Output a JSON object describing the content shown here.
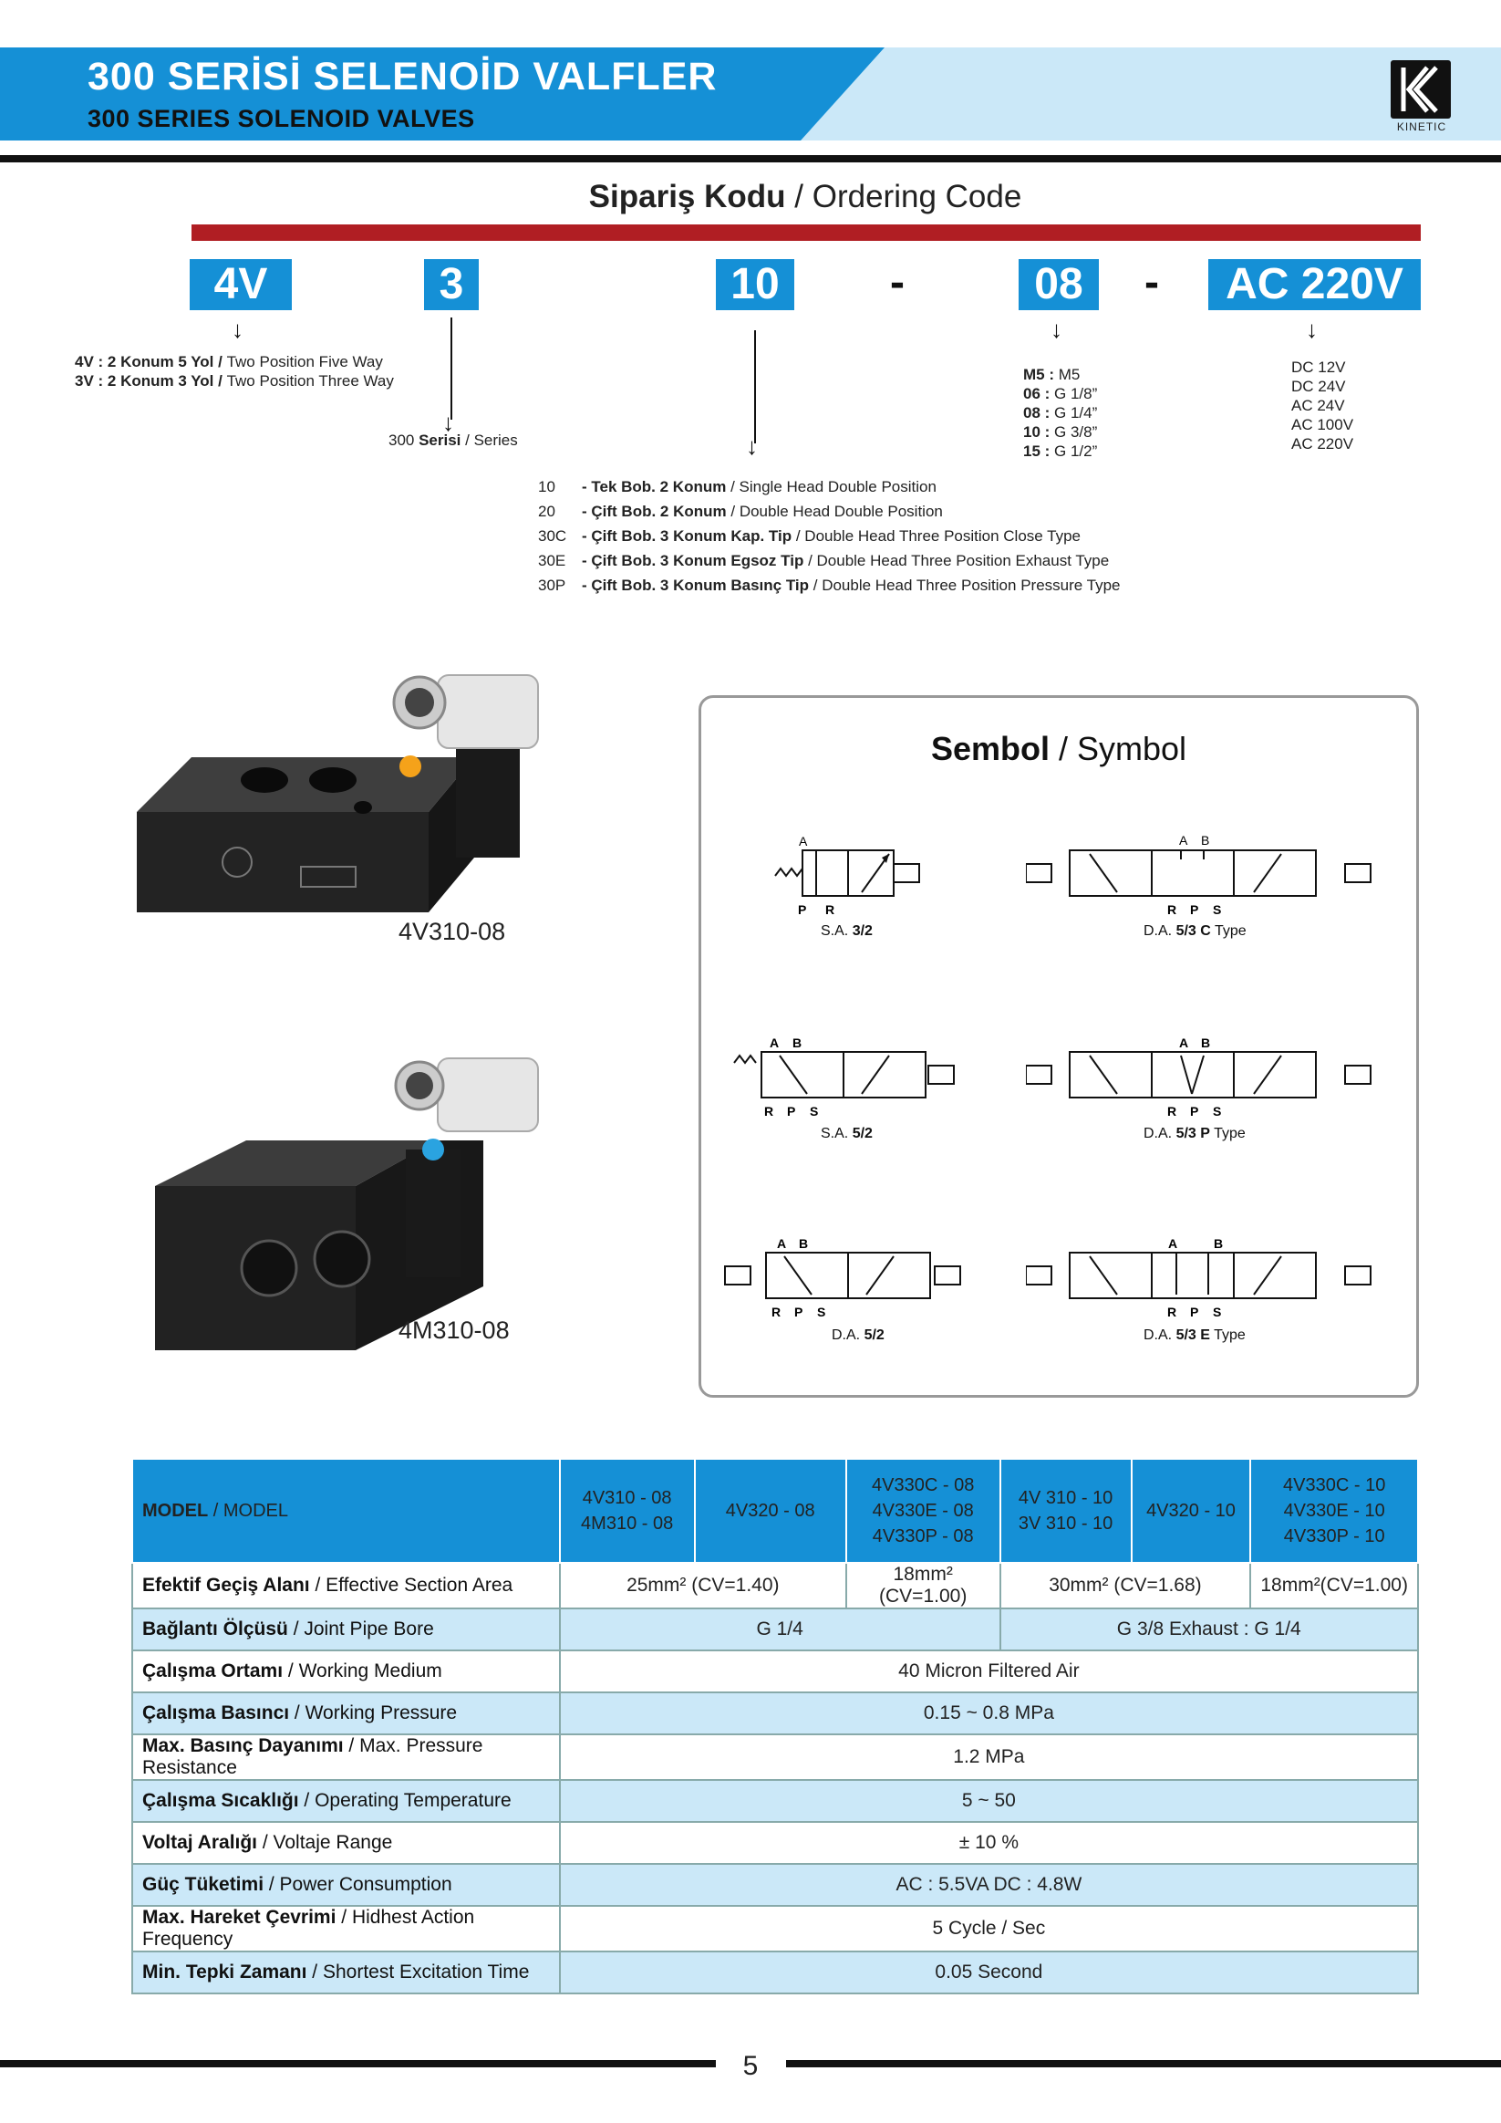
{
  "header": {
    "title_tr": "300 SERİSİ SELENOİD VALFLER",
    "title_en": "300 SERIES SOLENOID VALVES",
    "logo_text": "KINETIC"
  },
  "ordering": {
    "title_bold": "Sipariş Kodu",
    "title_sep": " / ",
    "title_en": "Ordering Code",
    "codes": [
      "4V",
      "3",
      "10",
      "08",
      "AC 220V"
    ],
    "dash": "-",
    "type_lines": [
      {
        "bold": "4V : 2 Konum 5 Yol / ",
        "text": " Two Position Five Way"
      },
      {
        "bold": "3V : 2 Konum 3 Yol / ",
        "text": " Two Position Three Way"
      }
    ],
    "series_bold": "Serisi",
    "series_prefix": "300 ",
    "series_text": " / Series",
    "function_lines": [
      {
        "code": "10",
        "bold": "- Tek Bob. 2 Konum",
        "text": " / Single Head  Double Position"
      },
      {
        "code": "20",
        "bold": "- Çift Bob. 2 Konum",
        "text": " / Double Head Double Position"
      },
      {
        "code": "30C",
        "bold": "- Çift Bob. 3 Konum Kap. Tip",
        "text": " / Double Head Three Position Close Type"
      },
      {
        "code": "30E",
        "bold": "- Çift Bob. 3 Konum Egsoz Tip",
        "text": " / Double Head Three Position Exhaust Type"
      },
      {
        "code": "30P",
        "bold": "- Çift Bob. 3 Konum Basınç Tip",
        "text": " / Double Head Three Position Pressure Type"
      }
    ],
    "port_lines": [
      {
        "bold": "M5 :",
        "text": " M5"
      },
      {
        "bold": "06  :",
        "text": " G 1/8”"
      },
      {
        "bold": "08  :",
        "text": " G 1/4”"
      },
      {
        "bold": "10  :",
        "text": " G 3/8”"
      },
      {
        "bold": "15  :",
        "text": " G 1/2”"
      }
    ],
    "voltages": [
      "DC 12V",
      "DC 24V",
      "AC 24V",
      "AC 100V",
      "AC 220V"
    ]
  },
  "products": {
    "p1": "4V310-08",
    "p2": "4M310-08"
  },
  "symbol": {
    "title_bold": "Sembol",
    "title_sep": " / ",
    "title_en": "Symbol",
    "captions": [
      {
        "prefix": "S.A. ",
        "bold": "3/2",
        "suffix": ""
      },
      {
        "prefix": "D.A. ",
        "bold": "5/3 C",
        "suffix": " Type"
      },
      {
        "prefix": "S.A. ",
        "bold": "5/2",
        "suffix": ""
      },
      {
        "prefix": "D.A. ",
        "bold": "5/3 P",
        "suffix": " Type"
      },
      {
        "prefix": "D.A. ",
        "bold": "5/2",
        "suffix": ""
      },
      {
        "prefix": "D.A. ",
        "bold": "5/3 E",
        "suffix": " Type"
      }
    ],
    "port_letters": {
      "a": "A",
      "b": "B",
      "p": "P",
      "r": "R",
      "s": "S"
    }
  },
  "table": {
    "model_bold": "MODEL",
    "model_text": " / MODEL",
    "headers": [
      [
        "4V310 - 08",
        "4M310 - 08"
      ],
      [
        "4V320 - 08"
      ],
      [
        "4V330C - 08",
        "4V330E - 08",
        "4V330P - 08"
      ],
      [
        "4V 310 - 10",
        "3V 310 - 10"
      ],
      [
        "4V320 - 10"
      ],
      [
        "4V330C - 10",
        "4V330E - 10",
        "4V330P - 10"
      ]
    ],
    "area": {
      "bold": "Efektif Geçiş Alanı",
      "text": " / Effective Section Area",
      "v1": "25mm² (CV=1.40)",
      "v2": "18mm² (CV=1.00)",
      "v3": "30mm² (CV=1.68)",
      "v4": "18mm²(CV=1.00)"
    },
    "bore": {
      "bold": "Bağlantı Ölçüsü",
      "text": " / Joint Pipe Bore",
      "v1": "G 1/4",
      "v2": "G 3/8  Exhaust : G 1/4"
    },
    "rows": [
      {
        "bold": "Çalışma Ortamı",
        "text": " / Working Medium",
        "value": "40 Micron Filtered Air"
      },
      {
        "bold": "Çalışma Basıncı",
        "text": " / Working Pressure",
        "value": "0.15 ~ 0.8 MPa"
      },
      {
        "bold": "Max. Basınç Dayanımı",
        "text": " / Max. Pressure Resistance",
        "value": "1.2 MPa"
      },
      {
        "bold": "Çalışma Sıcaklığı",
        "text": " / Operating Temperature",
        "value": "5 ~ 50"
      },
      {
        "bold": "Voltaj Aralığı",
        "text": " / Voltaje Range",
        "value": "± 10 %"
      },
      {
        "bold": "Güç Tüketimi",
        "text": " / Power Consumption",
        "value": "AC : 5.5VA    DC : 4.8W"
      },
      {
        "bold": "Max. Hareket Çevrimi",
        "text": " /  Hidhest Action Frequency",
        "value": "5 Cycle / Sec"
      },
      {
        "bold": "Min. Tepki Zamanı",
        "text": " / Shortest Excitation Time",
        "value": "0.05 Second"
      }
    ]
  },
  "page_number": "5"
}
